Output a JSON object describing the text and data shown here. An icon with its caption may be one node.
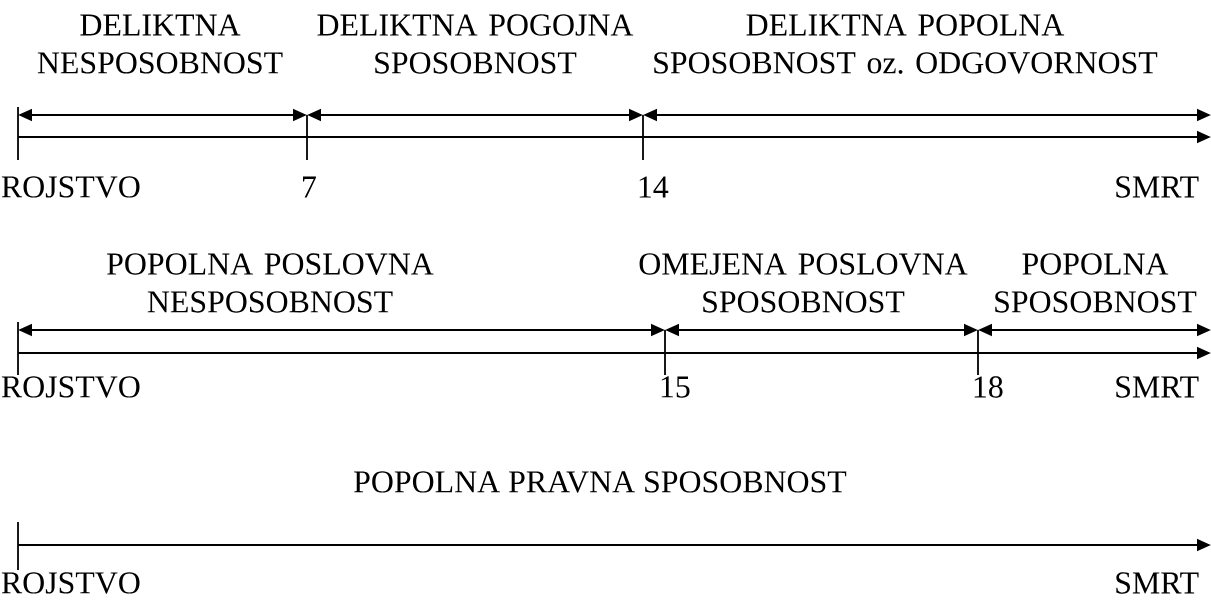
{
  "diagram": {
    "labels": [
      "DELIKTNA NESPOSOBNOST",
      "DELIKTNA POGOJNA SPOSOBNOST",
      "DELIKTNA POPOLNA SPOSOBNOST oz. ODGOVORNOST",
      "ROJSTVO",
      "7",
      "14",
      "SMRT",
      "POPOLNA POSLOVNA NESPOSOBNOST",
      "OMEJENA POSLOVNA SPOSOBNOST",
      "POPOLNA SPOSOBNOST",
      "ROJSTVO",
      "15",
      "18",
      "SMRT",
      "POPOLNA PRAVNA SPOSOBNOST",
      "ROJSTVO",
      "SMRT"
    ]
  }
}
